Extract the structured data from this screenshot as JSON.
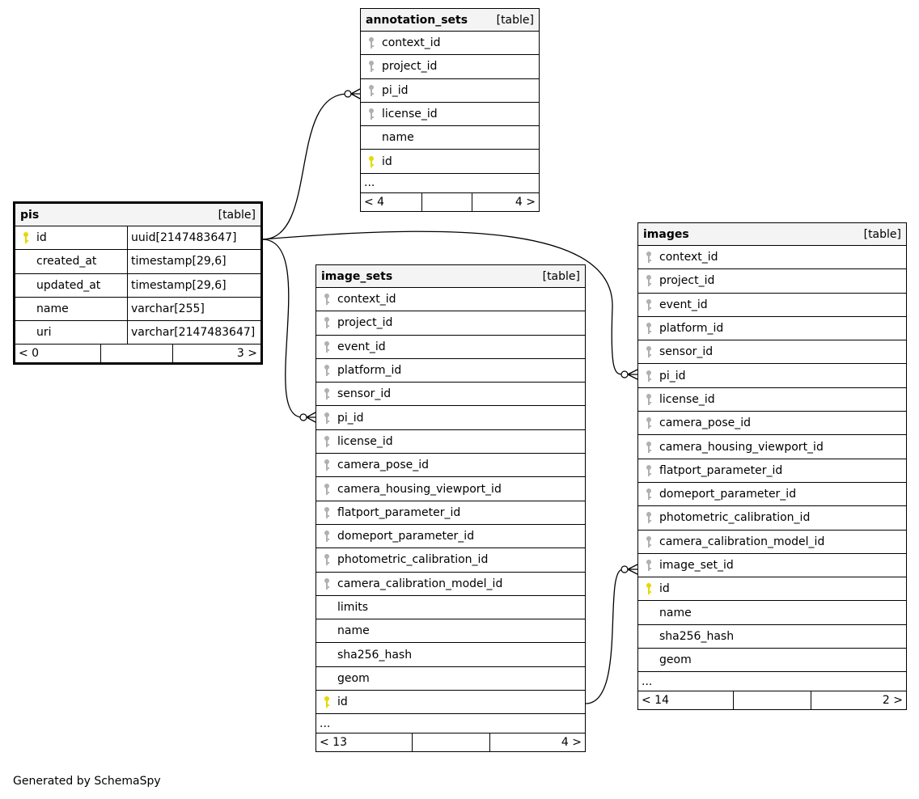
{
  "colors": {
    "primary_key": "#e6d800",
    "foreign_key": "#b0b0b0",
    "header_bg": "#f4f4f4"
  },
  "footer_text": "Generated by SchemaSpy",
  "tables": {
    "annotation_sets": {
      "name": "annotation_sets",
      "type": "[table]",
      "columns": [
        {
          "name": "context_id",
          "key": "foreign"
        },
        {
          "name": "project_id",
          "key": "foreign"
        },
        {
          "name": "pi_id",
          "key": "foreign"
        },
        {
          "name": "license_id",
          "key": "foreign"
        },
        {
          "name": "name",
          "key": "none"
        },
        {
          "name": "id",
          "key": "primary"
        }
      ],
      "ellipsis": "...",
      "footer": {
        "left": "< 4",
        "right": "4 >"
      }
    },
    "pis": {
      "name": "pis",
      "type": "[table]",
      "columns": [
        {
          "name": "id",
          "key": "primary",
          "dtype": "uuid[2147483647]"
        },
        {
          "name": "created_at",
          "key": "none",
          "dtype": "timestamp[29,6]"
        },
        {
          "name": "updated_at",
          "key": "none",
          "dtype": "timestamp[29,6]"
        },
        {
          "name": "name",
          "key": "none",
          "dtype": "varchar[255]"
        },
        {
          "name": "uri",
          "key": "none",
          "dtype": "varchar[2147483647]"
        }
      ],
      "footer": {
        "left": "< 0",
        "right": "3 >"
      }
    },
    "image_sets": {
      "name": "image_sets",
      "type": "[table]",
      "columns": [
        {
          "name": "context_id",
          "key": "foreign"
        },
        {
          "name": "project_id",
          "key": "foreign"
        },
        {
          "name": "event_id",
          "key": "foreign"
        },
        {
          "name": "platform_id",
          "key": "foreign"
        },
        {
          "name": "sensor_id",
          "key": "foreign"
        },
        {
          "name": "pi_id",
          "key": "foreign"
        },
        {
          "name": "license_id",
          "key": "foreign"
        },
        {
          "name": "camera_pose_id",
          "key": "foreign"
        },
        {
          "name": "camera_housing_viewport_id",
          "key": "foreign"
        },
        {
          "name": "flatport_parameter_id",
          "key": "foreign"
        },
        {
          "name": "domeport_parameter_id",
          "key": "foreign"
        },
        {
          "name": "photometric_calibration_id",
          "key": "foreign"
        },
        {
          "name": "camera_calibration_model_id",
          "key": "foreign"
        },
        {
          "name": "limits",
          "key": "none"
        },
        {
          "name": "name",
          "key": "none"
        },
        {
          "name": "sha256_hash",
          "key": "none"
        },
        {
          "name": "geom",
          "key": "none"
        },
        {
          "name": "id",
          "key": "primary"
        }
      ],
      "ellipsis": "...",
      "footer": {
        "left": "< 13",
        "right": "4 >"
      }
    },
    "images": {
      "name": "images",
      "type": "[table]",
      "columns": [
        {
          "name": "context_id",
          "key": "foreign"
        },
        {
          "name": "project_id",
          "key": "foreign"
        },
        {
          "name": "event_id",
          "key": "foreign"
        },
        {
          "name": "platform_id",
          "key": "foreign"
        },
        {
          "name": "sensor_id",
          "key": "foreign"
        },
        {
          "name": "pi_id",
          "key": "foreign"
        },
        {
          "name": "license_id",
          "key": "foreign"
        },
        {
          "name": "camera_pose_id",
          "key": "foreign"
        },
        {
          "name": "camera_housing_viewport_id",
          "key": "foreign"
        },
        {
          "name": "flatport_parameter_id",
          "key": "foreign"
        },
        {
          "name": "domeport_parameter_id",
          "key": "foreign"
        },
        {
          "name": "photometric_calibration_id",
          "key": "foreign"
        },
        {
          "name": "camera_calibration_model_id",
          "key": "foreign"
        },
        {
          "name": "image_set_id",
          "key": "foreign"
        },
        {
          "name": "id",
          "key": "primary"
        },
        {
          "name": "name",
          "key": "none"
        },
        {
          "name": "sha256_hash",
          "key": "none"
        },
        {
          "name": "geom",
          "key": "none"
        }
      ],
      "ellipsis": "...",
      "footer": {
        "left": "< 14",
        "right": "2 >"
      }
    }
  }
}
